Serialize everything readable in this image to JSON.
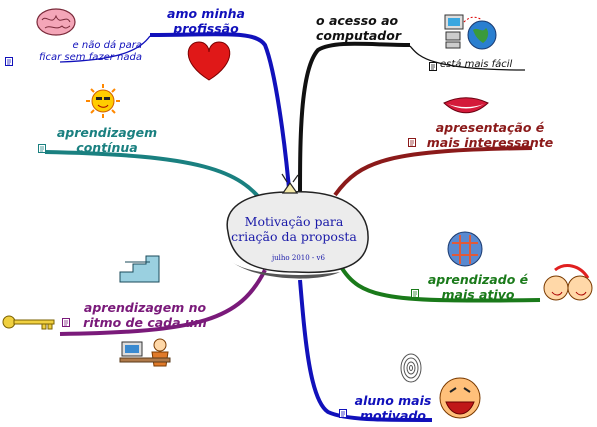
{
  "center": {
    "title_line1": "Motivação para",
    "title_line2": "criação da proposta",
    "date": "julho 2010 - v6"
  },
  "branches": {
    "amo": {
      "line1": "amo minha",
      "line2": "profissão",
      "color": "#1111bb",
      "sub_line1": "e não dá para",
      "sub_line2": "ficar sem fazer nada"
    },
    "acesso": {
      "line1": "o acesso ao",
      "line2": "computador",
      "color": "#111111",
      "sub": "está mais fácil"
    },
    "continua": {
      "line1": "aprendizagem",
      "line2": "contínua",
      "color": "#1a8080"
    },
    "apresentacao": {
      "line1": "apresentação é",
      "line2": "mais interessante",
      "color": "#8b1a1a"
    },
    "ativo": {
      "line1": "aprendizado é",
      "line2": "mais ativo",
      "color": "#1a7a1a"
    },
    "ritmo": {
      "line1": "aprendizagem no",
      "line2": "ritmo de cada um",
      "color": "#7a1a7a"
    },
    "motivado": {
      "line1": "aluno mais",
      "line2": "motivado",
      "color": "#1111bb"
    }
  },
  "icons": [
    "brain-icon",
    "heart-icon",
    "computer-icon",
    "globe-icon",
    "sun-icon",
    "smile-lips-icon",
    "puzzle-icon",
    "faces-icon",
    "stairs-icon",
    "key-icon",
    "student-computer-icon",
    "fingerprint-icon",
    "laughing-face-icon",
    "note-icon"
  ]
}
